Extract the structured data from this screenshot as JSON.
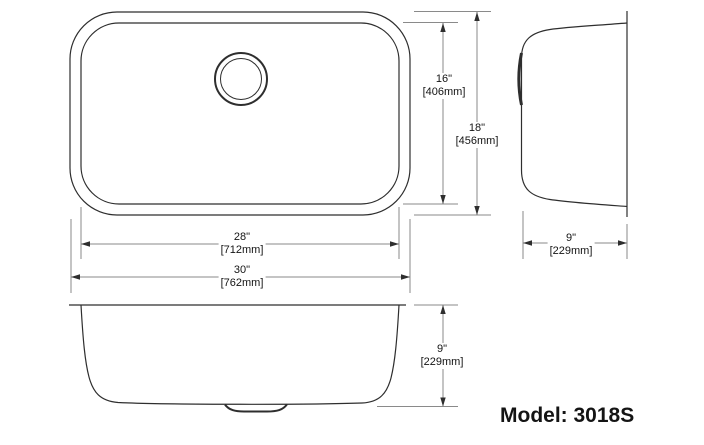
{
  "model_label": "Model: 3018S",
  "dimensions": {
    "basin_width": {
      "inches": "16\"",
      "mm": "[406mm]"
    },
    "overall_width": {
      "inches": "18\"",
      "mm": "[456mm]"
    },
    "basin_length": {
      "inches": "28\"",
      "mm": "[712mm]"
    },
    "overall_length": {
      "inches": "30\"",
      "mm": "[762mm]"
    },
    "depth_side": {
      "inches": "9\"",
      "mm": "[229mm]"
    },
    "depth_front": {
      "inches": "9\"",
      "mm": "[229mm]"
    }
  },
  "colors": {
    "object_line": "#2e2e2e",
    "dimension_line": "#8a8a8a",
    "text": "#141414",
    "background": "#ffffff"
  }
}
